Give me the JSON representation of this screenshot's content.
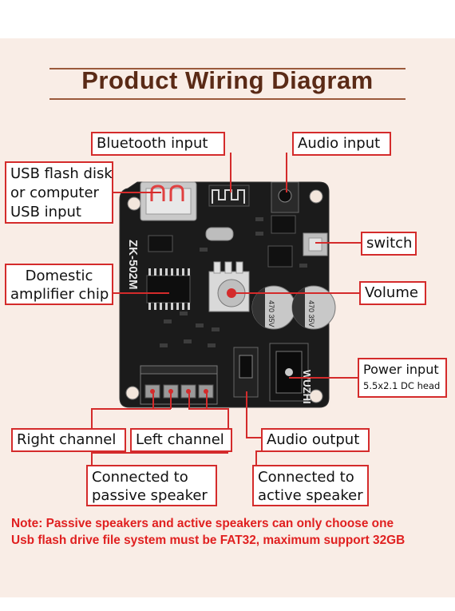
{
  "title": "Product Wiring Diagram",
  "labels": {
    "bluetooth_input": "Bluetooth input",
    "audio_input": "Audio input",
    "usb_line1": "USB flash disk",
    "usb_line2": "or computer",
    "usb_line3": "USB input",
    "switch": "switch",
    "chip_line1": "Domestic",
    "chip_line2": "amplifier chip",
    "volume": "Volume",
    "power_line1": "Power input",
    "power_line2": "5.5x2.1 DC head",
    "right_channel": "Right channel",
    "left_channel": "Left channel",
    "audio_output": "Audio output",
    "passive_line1": "Connected to",
    "passive_line2": "passive speaker",
    "active_line1": "Connected to",
    "active_line2": "active speaker"
  },
  "board": {
    "model": "ZK-502M",
    "brand": "WUZHI",
    "cap_left": "470 35V",
    "cap_right": "470 35V"
  },
  "notes": {
    "line1": "Note: Passive speakers and active speakers can only choose one",
    "line2": "Usb flash drive file system must be FAT32, maximum support 32GB"
  },
  "colors": {
    "accent": "#d42b2b",
    "title": "#5a2a16",
    "background": "#f9ede6",
    "board": "#1a1a1a"
  }
}
